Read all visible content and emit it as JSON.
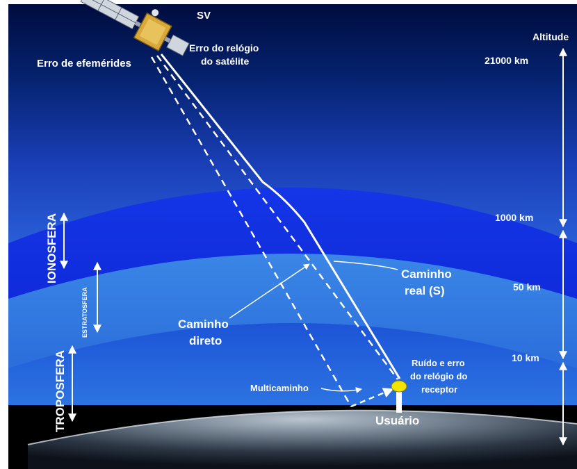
{
  "labels": {
    "sv": "SV",
    "ephemeris_error": "Erro de efemérides",
    "satellite_clock_error_line1": "Erro do relógio",
    "satellite_clock_error_line2": "do satélite",
    "altitude": "Altitude",
    "alt_21000": "21000 km",
    "alt_1000": "1000 km",
    "alt_50": "50 km",
    "alt_10": "10 km",
    "ionosphere": "IONOSFERA",
    "stratosphere": "ESTRATOSFERA",
    "troposphere": "TROPOSFERA",
    "real_path_line1": "Caminho",
    "real_path_line2": "real (S)",
    "direct_path_line1": "Caminho",
    "direct_path_line2": "direto",
    "multipath": "Multicaminho",
    "receiver_error_line1": "Ruído e erro",
    "receiver_error_line2": "do relógio do",
    "receiver_error_line3": "receptor",
    "user": "Usuário"
  },
  "colors": {
    "sky_top": "#00124e",
    "sky_mid": "#1b45c4",
    "ionosphere_band": "#0f2be0",
    "stratosphere_band": "#2f7fe4",
    "troposphere_band": "#1f5ad8",
    "ground": "#000000",
    "receiver": "#f5e400",
    "text": "#ffffff"
  }
}
